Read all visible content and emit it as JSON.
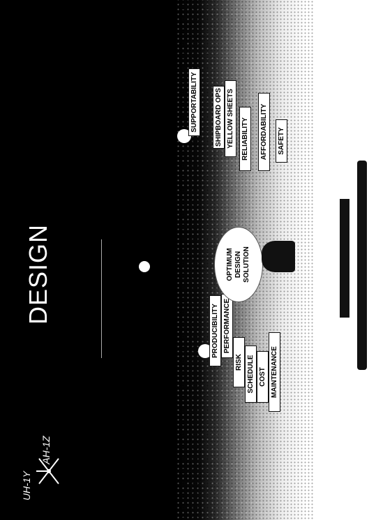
{
  "slide": {
    "title": "DESIGN",
    "logo": {
      "left_label": "UH-1Y",
      "right_label": "AH-1Z"
    },
    "left_pan_items": [
      "PRODUCIBILITY",
      "PERFORMANCE",
      "RISK",
      "SCHEDULE",
      "COST",
      "MAINTENANCE"
    ],
    "right_pan_items": [
      "SUPPORTABILITY",
      "SHIPBOARD OPS",
      "YELLOW SHEETS",
      "RELIABILITY",
      "AFFORDABILITY",
      "SAFETY"
    ],
    "center_label_lines": [
      "OPTIMUM",
      "DESIGN",
      "SOLUTION"
    ]
  }
}
